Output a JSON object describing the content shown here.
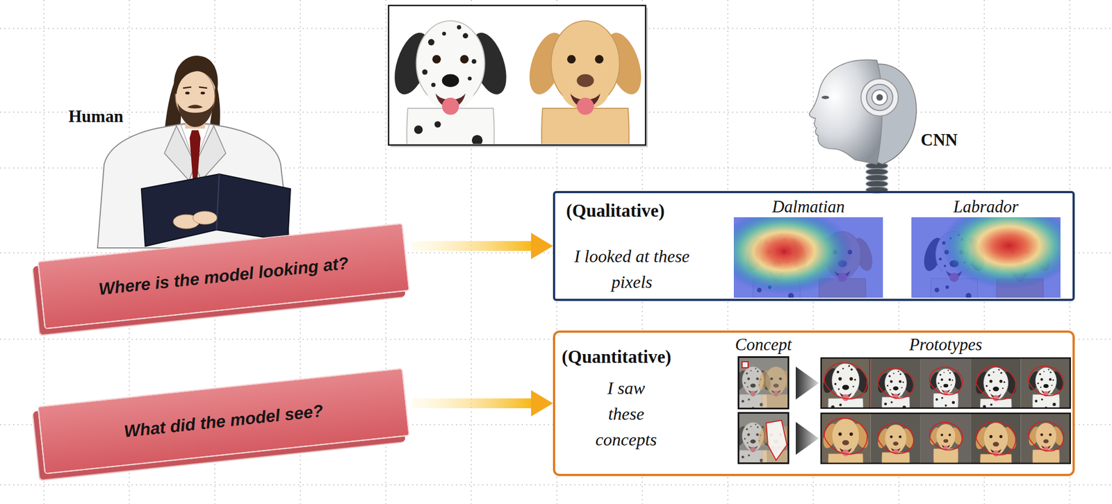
{
  "diagram": {
    "nodes": [
      {
        "text": [
          "Where is the model looking at?"
        ]
      },
      {
        "text": [
          "What did the model see?"
        ]
      },
      {
        "text": [
          "(Qualitative)",
          "I looked at these pixels"
        ]
      },
      {
        "text": [
          "Dalmatian"
        ],
        "in": 2
      },
      {
        "text": [
          "Labrador"
        ],
        "in": 2
      },
      {
        "text": [
          "(Quantitative)",
          "I saw these concepts"
        ]
      },
      {
        "text": [
          "Concept"
        ],
        "in": 5
      },
      {
        "text": [
          "Prototypes"
        ],
        "in": 5
      }
    ],
    "edges": [
      {
        "from": 0,
        "to": 2,
        "arrow": "to"
      },
      {
        "from": 1,
        "to": 5,
        "arrow": "to"
      }
    ],
    "labels": [
      "Human",
      "CNN"
    ]
  }
}
